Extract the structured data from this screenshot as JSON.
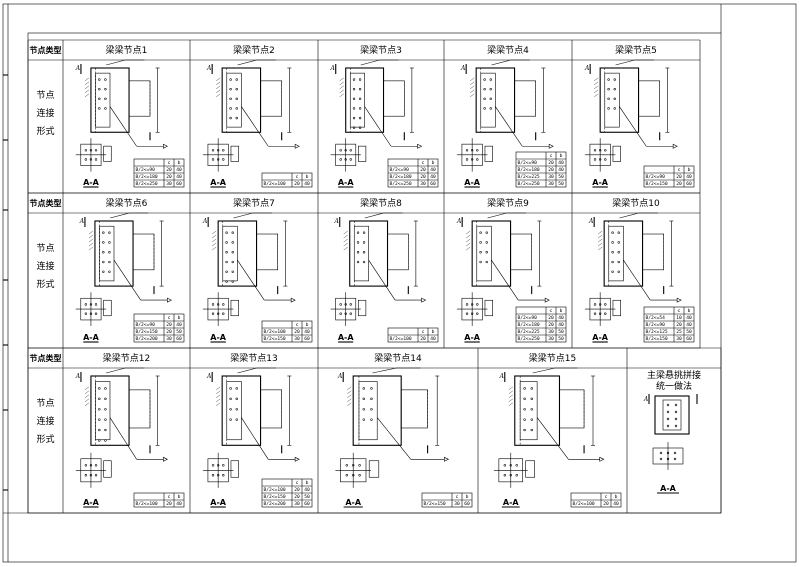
{
  "rows": [
    {
      "header": "节点类型",
      "side_label": [
        "节点",
        "连接",
        "形式"
      ],
      "nodes": [
        {
          "title": "梁梁节点1",
          "section": "A-A",
          "mark": "A",
          "table": {
            "cols": [
              "",
              "c",
              "b"
            ],
            "rows": [
              [
                "B/2<=90",
                "20",
                "40"
              ],
              [
                "B/2<=180",
                "20",
                "40"
              ],
              [
                "B/2<=250",
                "30",
                "60"
              ]
            ]
          }
        },
        {
          "title": "梁梁节点2",
          "section": "A-A",
          "mark": "A",
          "table": {
            "cols": [
              "",
              "c",
              "b"
            ],
            "rows": [
              [
                "B/2<=100",
                "20",
                "40"
              ]
            ]
          }
        },
        {
          "title": "梁梁节点3",
          "section": "A-A",
          "mark": "A",
          "table": {
            "cols": [
              "",
              "c",
              "b"
            ],
            "rows": [
              [
                "B/2<=90",
                "20",
                "40"
              ],
              [
                "B/2<=180",
                "20",
                "40"
              ],
              [
                "B/2<=250",
                "30",
                "60"
              ]
            ]
          }
        },
        {
          "title": "梁梁节点4",
          "section": "A-A",
          "mark": "A",
          "table": {
            "cols": [
              "",
              "c",
              "b"
            ],
            "rows": [
              [
                "B/2<=90",
                "20",
                "40"
              ],
              [
                "B/2<=180",
                "20",
                "40"
              ],
              [
                "B/2<=225",
                "30",
                "50"
              ],
              [
                "B/2<=250",
                "30",
                "50"
              ]
            ]
          }
        },
        {
          "title": "梁梁节点5",
          "section": "A-A",
          "mark": "A",
          "table": {
            "cols": [
              "",
              "c",
              "b"
            ],
            "rows": [
              [
                "B/2<=90",
                "20",
                "40"
              ],
              [
                "B/2<=150",
                "20",
                "60"
              ]
            ]
          }
        }
      ]
    },
    {
      "header": "节点类型",
      "side_label": [
        "节点",
        "连接",
        "形式"
      ],
      "nodes": [
        {
          "title": "梁梁节点6",
          "section": "A-A",
          "mark": "A",
          "table": {
            "cols": [
              "",
              "c",
              "b"
            ],
            "rows": [
              [
                "B/2<=90",
                "20",
                "40"
              ],
              [
                "B/2<=150",
                "20",
                "50"
              ],
              [
                "B/2<=200",
                "30",
                "60"
              ]
            ]
          }
        },
        {
          "title": "梁梁节点7",
          "section": "A-A",
          "mark": "A",
          "table": {
            "cols": [
              "",
              "c",
              "b"
            ],
            "rows": [
              [
                "B/2<=100",
                "20",
                "40"
              ],
              [
                "B/2<=150",
                "30",
                "60"
              ]
            ]
          }
        },
        {
          "title": "梁梁节点8",
          "section": "A-A",
          "mark": "A",
          "table": {
            "cols": [
              "",
              "c",
              "b"
            ],
            "rows": [
              [
                "B/2<=100",
                "20",
                "40"
              ]
            ]
          }
        },
        {
          "title": "梁梁节点9",
          "section": "A-A",
          "mark": "A",
          "table": {
            "cols": [
              "",
              "c",
              "b"
            ],
            "rows": [
              [
                "B/2<=90",
                "20",
                "40"
              ],
              [
                "B/2<=180",
                "20",
                "40"
              ],
              [
                "B/2<=225",
                "30",
                "50"
              ],
              [
                "B/2<=250",
                "30",
                "50"
              ]
            ]
          }
        },
        {
          "title": "梁梁节点10",
          "section": "A-A",
          "mark": "A",
          "table": {
            "cols": [
              "",
              "c",
              "b"
            ],
            "rows": [
              [
                "B/2<=54",
                "10",
                "40"
              ],
              [
                "B/2<=90",
                "20",
                "40"
              ],
              [
                "B/2<=125",
                "25",
                "50"
              ],
              [
                "B/2<=150",
                "30",
                "60"
              ]
            ]
          }
        }
      ]
    },
    {
      "header": "节点类型",
      "side_label": [
        "节点",
        "连接",
        "形式"
      ],
      "nodes": [
        {
          "title": "梁梁节点12",
          "section": "A-A",
          "mark": "A",
          "table": {
            "cols": [
              "",
              "c",
              "b"
            ],
            "rows": [
              [
                "B/2<=100",
                "20",
                "40"
              ]
            ]
          }
        },
        {
          "title": "梁梁节点13",
          "section": "A-A",
          "mark": "A",
          "table": {
            "cols": [
              "",
              "c",
              "b"
            ],
            "rows": [
              [
                "B/2<=100",
                "20",
                "40"
              ],
              [
                "B/2<=150",
                "20",
                "50"
              ],
              [
                "B/2<=200",
                "30",
                "60"
              ]
            ]
          }
        },
        {
          "title": "梁梁节点14",
          "section": "A-A",
          "mark": "A",
          "table": {
            "cols": [
              "",
              "c",
              "b"
            ],
            "rows": [
              [
                "B/2<=150",
                "30",
                "60"
              ]
            ]
          }
        },
        {
          "title": "梁梁节点15",
          "section": "A-A",
          "mark": "A",
          "table": {
            "cols": [
              "",
              "c",
              "b"
            ],
            "rows": [
              [
                "B/2<=100",
                "20",
                "40"
              ]
            ]
          }
        }
      ],
      "extra": {
        "title_lines": [
          "主梁悬挑拼接",
          "统一做法"
        ],
        "section": "A-A",
        "mark": "A"
      }
    }
  ]
}
